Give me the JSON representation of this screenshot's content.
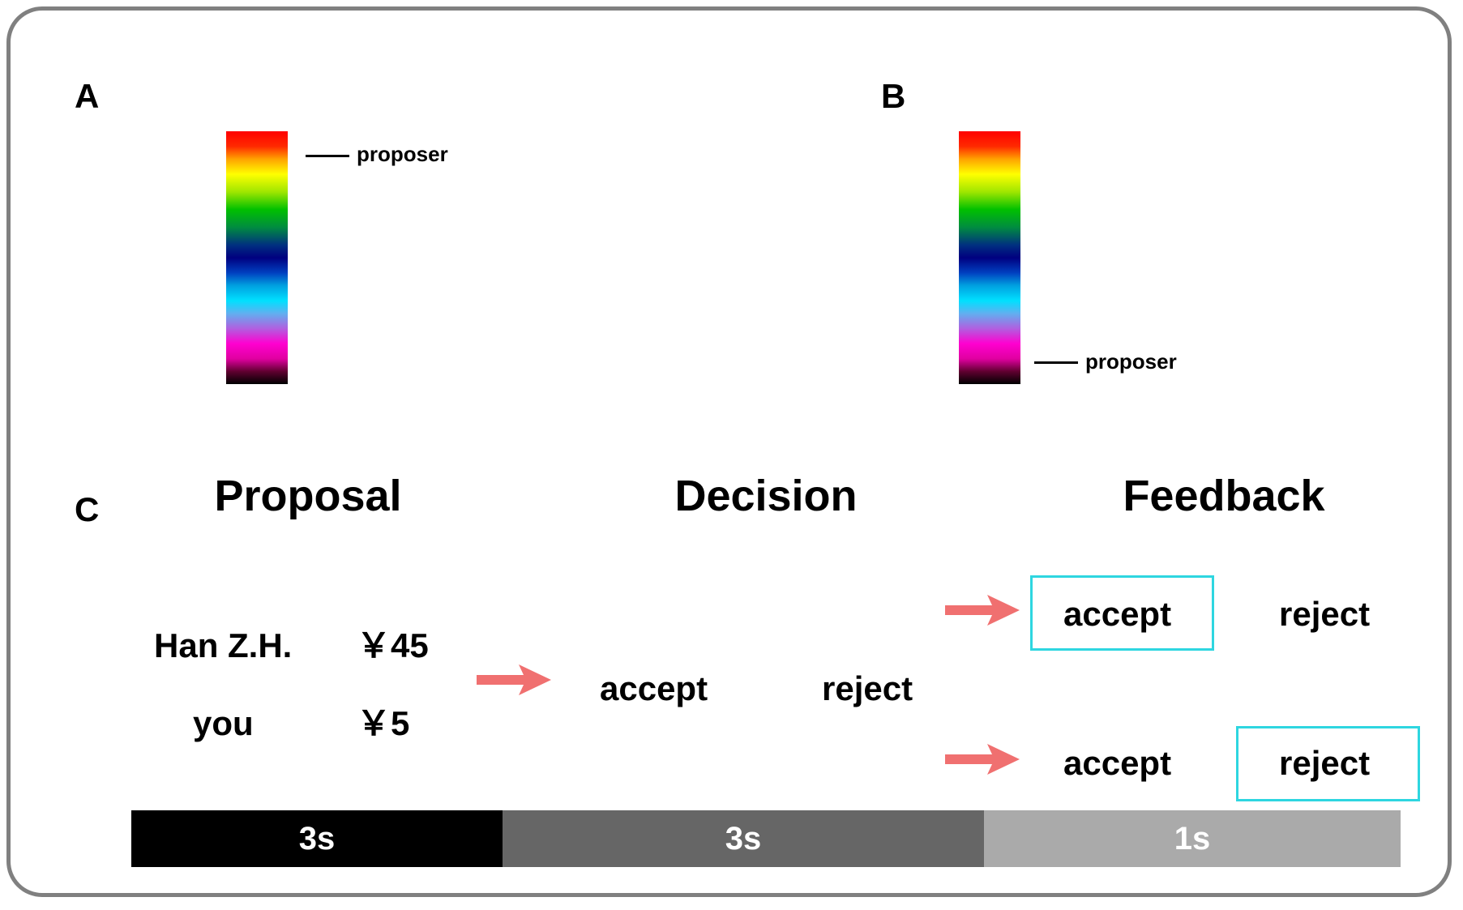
{
  "panels": {
    "a": {
      "letter": "A",
      "marker_label": "proposer"
    },
    "b": {
      "letter": "B",
      "marker_label": "proposer"
    },
    "c": {
      "letter": "C"
    }
  },
  "phases": {
    "proposal": {
      "title": "Proposal",
      "rows": [
        {
          "name": "Han Z.H.",
          "amount": "￥45"
        },
        {
          "name": "you",
          "amount": "￥5"
        }
      ]
    },
    "decision": {
      "title": "Decision",
      "options": [
        "accept",
        "reject"
      ]
    },
    "feedback": {
      "title": "Feedback",
      "top_row": {
        "options": [
          "accept",
          "reject"
        ],
        "selected": "accept"
      },
      "bottom_row": {
        "options": [
          "accept",
          "reject"
        ],
        "selected": "reject"
      }
    }
  },
  "timeline": [
    {
      "label": "3s",
      "color": "#000000"
    },
    {
      "label": "3s",
      "color": "#666666"
    },
    {
      "label": "1s",
      "color": "#aaaaaa"
    }
  ],
  "colors": {
    "arrow": "#f07070",
    "selection_box": "#2ed6e0",
    "frame": "#808080"
  }
}
